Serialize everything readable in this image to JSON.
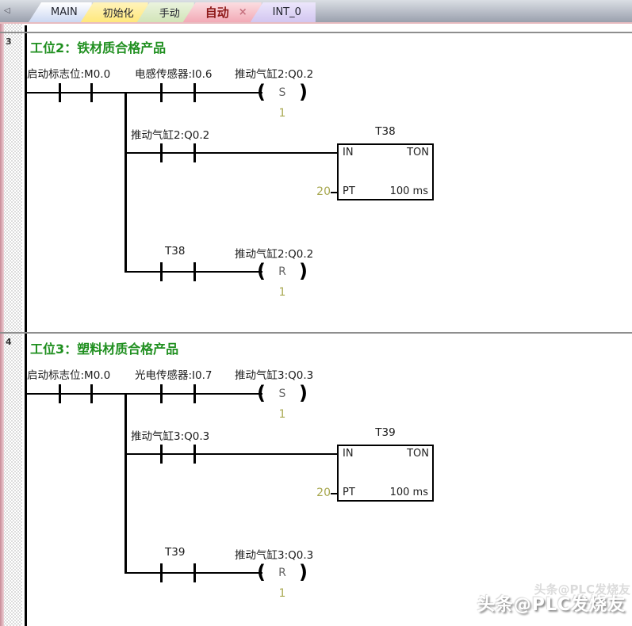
{
  "tab_bar": {
    "back_arrow_icon": "◁",
    "tabs": [
      {
        "label": "MAIN"
      },
      {
        "label": "初始化"
      },
      {
        "label": "手动"
      },
      {
        "label": "自动",
        "close_icon": "×",
        "active": true
      },
      {
        "label": "INT_0"
      }
    ]
  },
  "colors": {
    "network_title_green": "#1f8f1f",
    "operand_number_olive": "#a8a850",
    "tab_main_fill": "#ccd8f2",
    "tab_init_fill": "#ffe87c",
    "tab_manual_fill": "#d2e4b8",
    "tab_auto_fill": "#f2aab6",
    "tab_auto_text": "#8e1a1a",
    "tab_int0_fill": "#d2c6f0",
    "tabbar_bottom_line": "#e8bcc0"
  },
  "networks": [
    {
      "number": "3",
      "title": "工位2：铁材质合格产品",
      "rung_main": {
        "contact1_label": "启动标志位:M0.0",
        "contact2_label": "电感传感器:I0.6",
        "coil_label": "推动气缸2:Q0.2",
        "coil_symbol": "S",
        "coil_operand": "1"
      },
      "rung_timer": {
        "contact_label": "推动气缸2:Q0.2",
        "timer_name": "T38",
        "in_label": "IN",
        "type_label": "TON",
        "pt_label": "PT",
        "preset_value": "20",
        "time_base": "100 ms"
      },
      "rung_reset": {
        "contact_label": "T38",
        "coil_label": "推动气缸2:Q0.2",
        "coil_symbol": "R",
        "coil_operand": "1"
      }
    },
    {
      "number": "4",
      "title": "工位3：塑料材质合格产品",
      "rung_main": {
        "contact1_label": "启动标志位:M0.0",
        "contact2_label": "光电传感器:I0.7",
        "coil_label": "推动气缸3:Q0.3",
        "coil_symbol": "S",
        "coil_operand": "1"
      },
      "rung_timer": {
        "contact_label": "推动气缸3:Q0.3",
        "timer_name": "T39",
        "in_label": "IN",
        "type_label": "TON",
        "pt_label": "PT",
        "preset_value": "20",
        "time_base": "100 ms"
      },
      "rung_reset": {
        "contact_label": "T39",
        "coil_label": "推动气缸3:Q0.3",
        "coil_symbol": "R",
        "coil_operand": "1"
      }
    }
  ],
  "watermark": "头条@PLC发烧友"
}
